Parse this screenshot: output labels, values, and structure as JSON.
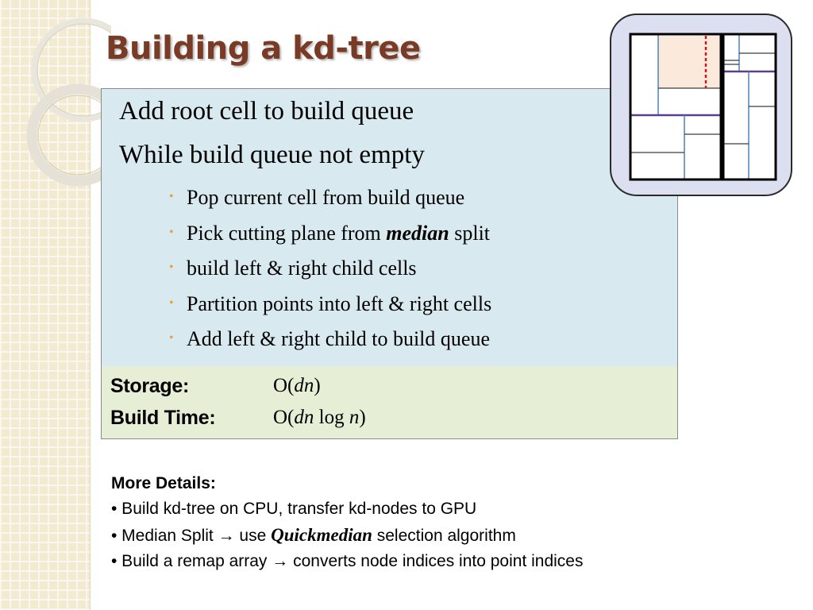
{
  "slide": {
    "title": "Building a kd-tree"
  },
  "algorithm": {
    "step_1": "Add root cell to build queue",
    "step_2": "While build queue not empty",
    "substeps": {
      "s1": "Pop current cell from build queue",
      "s2_prefix": "Pick cutting plane from ",
      "s2_emph": "median",
      "s2_suffix": " split",
      "s3": "build left & right child cells",
      "s4": "Partition points into left & right cells",
      "s5": "Add left & right child to build queue"
    }
  },
  "complexity": {
    "storage_label": "Storage:",
    "storage_O": "O(",
    "storage_dn": "dn",
    "storage_close": ")",
    "build_label": "Build Time:",
    "build_O": "O(",
    "build_dn": "dn",
    "build_log": " log ",
    "build_n": "n",
    "build_close": ")"
  },
  "more_details": {
    "title": "More Details:",
    "line_1": "• Build kd-tree on CPU, transfer kd-nodes to GPU",
    "line_2_prefix": "• Median Split → use ",
    "line_2_emph": "Quickmedian",
    "line_2_suffix": " selection algorithm",
    "line_3": "• Build a remap array → converts node indices into point indices"
  },
  "colors": {
    "title": "#7a3b26",
    "algorithm_bg": "#d8e9f0",
    "complexity_bg": "#e6efd6",
    "bullet": "#e8a23a",
    "figure_bg": "#dcdfef",
    "highlight_cell": "#fbe9dc",
    "split_red": "#d01818",
    "split_purple": "#5c3f8c",
    "split_blue": "#4f81bd"
  }
}
